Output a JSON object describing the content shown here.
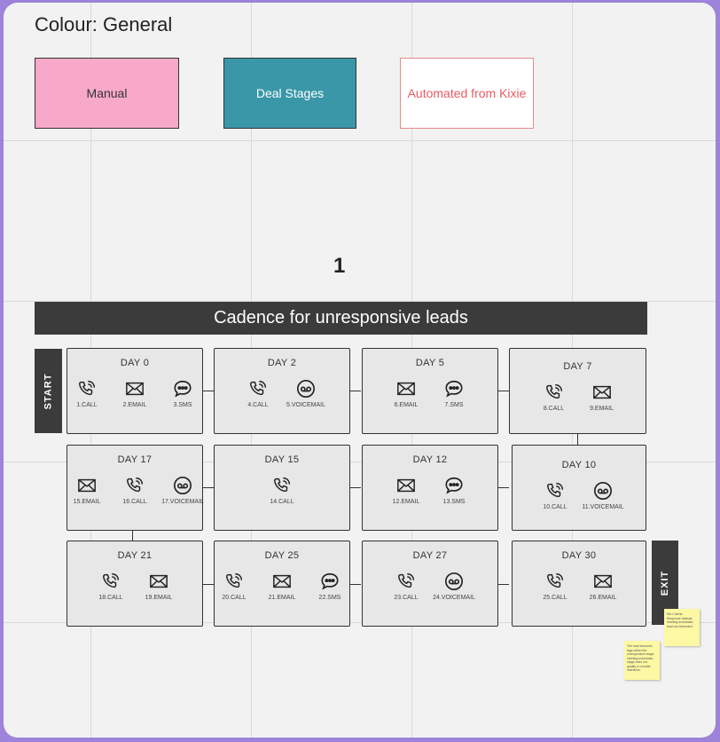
{
  "legend": {
    "title": "Colour: General",
    "chips": [
      {
        "label": "Manual",
        "color": "#f8a9c9"
      },
      {
        "label": "Deal Stages",
        "color": "#3a97a8"
      },
      {
        "label": "Automated from Kixie",
        "color": "#e85a64"
      }
    ]
  },
  "page_number": "1",
  "banner": "Cadence for unresponsive leads",
  "start_label": "START",
  "exit_label": "EXIT",
  "days": [
    {
      "title": "DAY 0",
      "actions": [
        {
          "icon": "phone-icon",
          "label": "1.CALL"
        },
        {
          "icon": "email-icon",
          "label": "2.EMAIL"
        },
        {
          "icon": "sms-icon",
          "label": "3.SMS"
        }
      ]
    },
    {
      "title": "DAY 2",
      "actions": [
        {
          "icon": "phone-icon",
          "label": "4.CALL"
        },
        {
          "icon": "voicemail-icon",
          "label": "5.VOICEMAIL"
        }
      ]
    },
    {
      "title": "DAY 5",
      "actions": [
        {
          "icon": "email-icon",
          "label": "6.EMAIL"
        },
        {
          "icon": "sms-icon",
          "label": "7.SMS"
        }
      ]
    },
    {
      "title": "DAY 7",
      "actions": [
        {
          "icon": "phone-icon",
          "label": "8.CALL"
        },
        {
          "icon": "email-icon",
          "label": "9.EMAIL"
        }
      ]
    },
    {
      "title": "DAY 10",
      "actions": [
        {
          "icon": "phone-icon",
          "label": "10.CALL"
        },
        {
          "icon": "voicemail-icon",
          "label": "11.VOICEMAIL"
        }
      ]
    },
    {
      "title": "DAY 12",
      "actions": [
        {
          "icon": "email-icon",
          "label": "12.EMAIL"
        },
        {
          "icon": "sms-icon",
          "label": "13.SMS"
        }
      ]
    },
    {
      "title": "DAY 15",
      "actions": [
        {
          "icon": "phone-icon",
          "label": "14.CALL"
        }
      ]
    },
    {
      "title": "DAY 17",
      "actions": [
        {
          "icon": "email-icon",
          "label": "15.EMAIL"
        },
        {
          "icon": "phone-icon",
          "label": "16.CALL"
        },
        {
          "icon": "voicemail-icon",
          "label": "17.VOICEMAIL"
        }
      ]
    },
    {
      "title": "DAY 21",
      "actions": [
        {
          "icon": "phone-icon",
          "label": "18.CALL"
        },
        {
          "icon": "email-icon",
          "label": "19.EMAIL"
        }
      ]
    },
    {
      "title": "DAY 25",
      "actions": [
        {
          "icon": "phone-icon",
          "label": "20.CALL"
        },
        {
          "icon": "email-icon",
          "label": "21.EMAIL"
        },
        {
          "icon": "sms-icon",
          "label": "22.SMS"
        }
      ]
    },
    {
      "title": "DAY 27",
      "actions": [
        {
          "icon": "phone-icon",
          "label": "23.CALL"
        },
        {
          "icon": "voicemail-icon",
          "label": "24.VOICEMAIL"
        }
      ]
    },
    {
      "title": "DAY 30",
      "actions": [
        {
          "icon": "phone-icon",
          "label": "25.CALL"
        },
        {
          "icon": "email-icon",
          "label": "26.EMAIL"
        }
      ]
    }
  ],
  "sticky_notes": [
    {
      "text": "Set Criteria Response Instead: meeting scheduled, lead not interested",
      "color": "#fdf8a3"
    },
    {
      "text": "The lead becomes tags within the unresponsive stage: meeting scheduled stage does not qualify or counter intentions",
      "color": "#fdf8a3"
    }
  ]
}
